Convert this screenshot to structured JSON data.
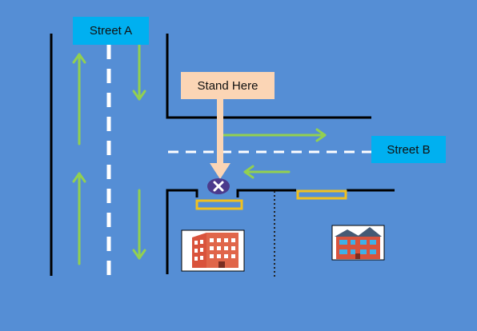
{
  "labels": {
    "street_a": "Street A",
    "stand_here": "Stand Here",
    "street_b": "Street B"
  },
  "colors": {
    "background": "#558ed5",
    "road_edge": "#000000",
    "lane_divider": "#ffffff",
    "traffic_arrow": "#92d050",
    "street_label_bg": "#00b0f0",
    "callout_bg": "#fbd5b5",
    "marker": "#4b3a8c",
    "crosswalk": "#f0c020"
  },
  "icons": {
    "marker": "x-marker-icon",
    "building_left": "office-building-icon",
    "building_right": "house-building-icon"
  }
}
